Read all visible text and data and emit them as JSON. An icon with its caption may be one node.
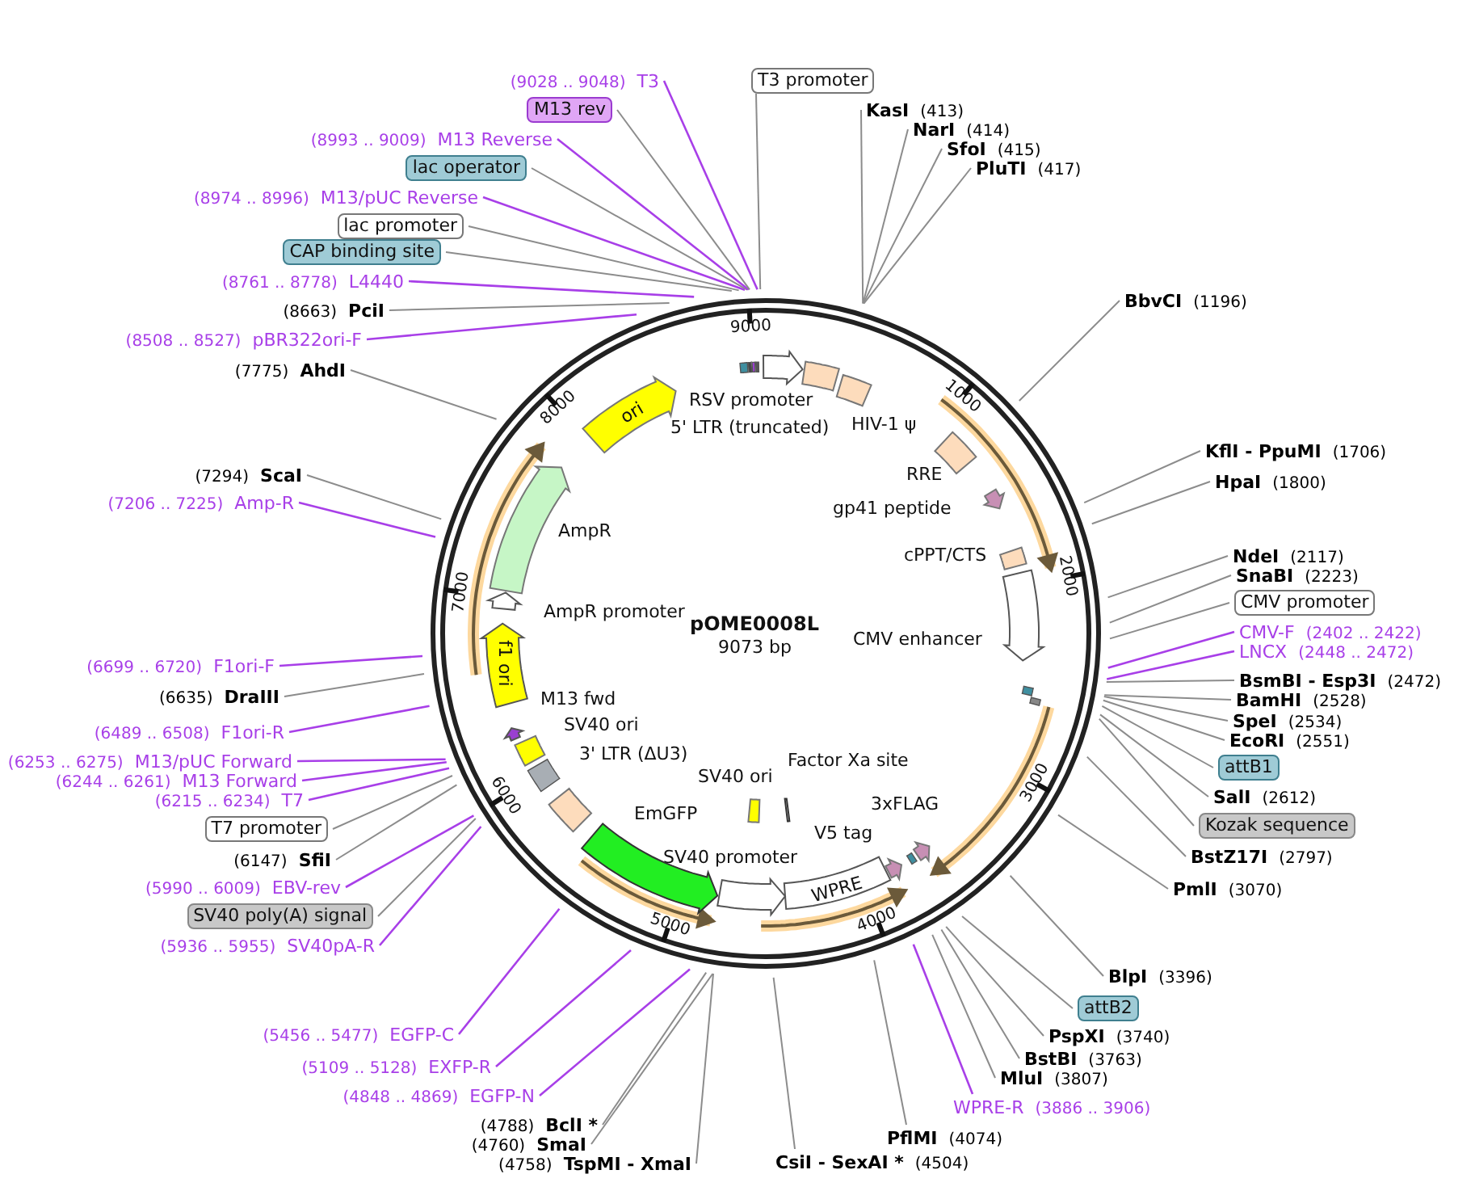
{
  "diagram": {
    "title": "pOME0008L",
    "nodes": [
      {
        "text": [
          "T3 promoter"
        ]
      },
      {
        "text": [
          "KasI",
          "(413)"
        ]
      },
      {
        "text": [
          "NarI",
          "(414)"
        ]
      },
      {
        "text": [
          "SfoI",
          "(415)"
        ]
      },
      {
        "text": [
          "PluTI",
          "(417)"
        ]
      },
      {
        "text": [
          "BbvCI",
          "(1196)"
        ]
      },
      {
        "text": [
          "KflI - PpuMI",
          "(1706)"
        ]
      },
      {
        "text": [
          "HpaI",
          "(1800)"
        ]
      },
      {
        "text": [
          "NdeI",
          "(2117)"
        ]
      },
      {
        "text": [
          "SnaBI",
          "(2223)"
        ]
      },
      {
        "text": [
          "CMV promoter"
        ]
      },
      {
        "text": [
          "CMV-F",
          "(2402 .. 2422)"
        ]
      },
      {
        "text": [
          "LNCX",
          "(2448 .. 2472)"
        ]
      },
      {
        "text": [
          "BsmBI - Esp3I",
          "(2472)"
        ]
      },
      {
        "text": [
          "BamHI",
          "(2528)"
        ]
      },
      {
        "text": [
          "SpeI",
          "(2534)"
        ]
      },
      {
        "text": [
          "EcoRI",
          "(2551)"
        ]
      },
      {
        "text": [
          "attB1"
        ]
      },
      {
        "text": [
          "SalI",
          "(2612)"
        ]
      },
      {
        "text": [
          "Kozak sequence"
        ]
      },
      {
        "text": [
          "BstZ17I",
          "(2797)"
        ]
      },
      {
        "text": [
          "PmlI",
          "(3070)"
        ]
      },
      {
        "text": [
          "BlpI",
          "(3396)"
        ]
      },
      {
        "text": [
          "attB2"
        ]
      },
      {
        "text": [
          "PspXI",
          "(3740)"
        ]
      },
      {
        "text": [
          "BstBI",
          "(3763)"
        ]
      },
      {
        "text": [
          "MluI",
          "(3807)"
        ]
      },
      {
        "text": [
          "WPRE-R",
          "(3886 .. 3906)"
        ]
      },
      {
        "text": [
          "PflMI",
          "(4074)"
        ]
      },
      {
        "text": [
          "CsiI - SexAI *",
          "(4504)"
        ]
      },
      {
        "text": [
          "(4758)",
          "TspMI - XmaI"
        ]
      },
      {
        "text": [
          "(4760)",
          "SmaI"
        ]
      },
      {
        "text": [
          "(4788)",
          "BclI *"
        ]
      },
      {
        "text": [
          "(4848 .. 4869)",
          "EGFP-N"
        ]
      },
      {
        "text": [
          "(5109 .. 5128)",
          "EXFP-R"
        ]
      },
      {
        "text": [
          "(5456 .. 5477)",
          "EGFP-C"
        ]
      },
      {
        "text": [
          "(5936 .. 5955)",
          "SV40pA-R"
        ]
      },
      {
        "text": [
          "SV40 poly(A) signal"
        ]
      },
      {
        "text": [
          "(5990 .. 6009)",
          "EBV-rev"
        ]
      },
      {
        "text": [
          "(6147)",
          "SfiI"
        ]
      },
      {
        "text": [
          "T7 promoter"
        ]
      },
      {
        "text": [
          "(6215 .. 6234)",
          "T7"
        ]
      },
      {
        "text": [
          "(6244 .. 6261)",
          "M13 Forward"
        ]
      },
      {
        "text": [
          "(6253 .. 6275)",
          "M13/pUC Forward"
        ]
      },
      {
        "text": [
          "(6489 .. 6508)",
          "F1ori-R"
        ]
      },
      {
        "text": [
          "(6635)",
          "DraIII"
        ]
      },
      {
        "text": [
          "(6699 .. 6720)",
          "F1ori-F"
        ]
      },
      {
        "text": [
          "(7206 .. 7225)",
          "Amp-R"
        ]
      },
      {
        "text": [
          "(7294)",
          "ScaI"
        ]
      },
      {
        "text": [
          "(7775)",
          "AhdI"
        ]
      },
      {
        "text": [
          "(8508 .. 8527)",
          "pBR322ori-F"
        ]
      },
      {
        "text": [
          "(8663)",
          "PciI"
        ]
      },
      {
        "text": [
          "(8761 .. 8778)",
          "L4440"
        ]
      },
      {
        "text": [
          "CAP binding site"
        ]
      },
      {
        "text": [
          "lac promoter"
        ]
      },
      {
        "text": [
          "(8974 .. 8996)",
          "M13/pUC Reverse"
        ]
      },
      {
        "text": [
          "lac operator"
        ]
      },
      {
        "text": [
          "(8993 .. 9009)",
          "M13 Reverse"
        ]
      },
      {
        "text": [
          "M13 rev"
        ]
      },
      {
        "text": [
          "(9028 .. 9048)",
          "T3"
        ]
      },
      {
        "text": [],
        "shape": "arrow",
        "beside": [
          "RSV promoter"
        ]
      },
      {
        "text": [],
        "shape": "box"
      },
      {
        "text": [],
        "shape": "box",
        "beside": [
          "HIV-1 ψ"
        ]
      },
      {
        "text": [],
        "shape": "box",
        "beside": [
          "RRE"
        ]
      },
      {
        "text": [],
        "shape": "arrow",
        "beside": [
          "gp41 peptide"
        ]
      },
      {
        "text": [],
        "shape": "box",
        "beside": [
          "cPPT/CTS"
        ]
      },
      {
        "text": [],
        "shape": "arrow",
        "beside": [
          "CMV enhancer"
        ]
      },
      {
        "text": [],
        "shape": "arrow",
        "beside": [
          "3xFLAG"
        ]
      },
      {
        "text": [],
        "shape": "arrow",
        "beside": [
          "V5 tag"
        ]
      },
      {
        "text": [
          "WPRE"
        ]
      },
      {
        "text": [],
        "shape": "arrow"
      },
      {
        "text": [],
        "shape": "arrow",
        "beside": [
          "EmGFP"
        ]
      },
      {
        "text": [],
        "shape": "box",
        "beside": [
          "3' LTR (ΔU3)"
        ]
      },
      {
        "text": [],
        "shape": "box",
        "beside": [
          "SV40 ori"
        ]
      },
      {
        "text": [],
        "shape": "arrow"
      },
      {
        "text": [
          "f1 ori"
        ]
      },
      {
        "text": [],
        "shape": "arrow"
      },
      {
        "text": [],
        "shape": "arrow",
        "beside": [
          "AmpR"
        ]
      },
      {
        "text": [
          "ori"
        ]
      },
      {
        "text": [],
        "shape": "box",
        "beside": [
          "SV40 ori"
        ]
      },
      {
        "text": [],
        "shape": "box",
        "beside": [
          "Factor Xa site"
        ]
      }
    ],
    "edges": [
      {
        "from": 0,
        "to": null,
        "arrow": "none"
      },
      {
        "from": 1,
        "to": null,
        "arrow": "none"
      },
      {
        "from": 2,
        "to": null,
        "arrow": "none"
      },
      {
        "from": 3,
        "to": null,
        "arrow": "none"
      },
      {
        "from": 4,
        "to": null,
        "arrow": "none"
      },
      {
        "from": 5,
        "to": null,
        "arrow": "none"
      },
      {
        "from": 6,
        "to": null,
        "arrow": "none"
      },
      {
        "from": 7,
        "to": null,
        "arrow": "none"
      },
      {
        "from": 8,
        "to": null,
        "arrow": "none"
      },
      {
        "from": 9,
        "to": null,
        "arrow": "none"
      },
      {
        "from": 10,
        "to": null,
        "arrow": "none"
      },
      {
        "from": 11,
        "to": null,
        "arrow": "none",
        "color": "#a83fe8"
      },
      {
        "from": 12,
        "to": null,
        "arrow": "none",
        "color": "#a83fe8"
      },
      {
        "from": 13,
        "to": null,
        "arrow": "none"
      },
      {
        "from": 14,
        "to": null,
        "arrow": "none"
      },
      {
        "from": 15,
        "to": null,
        "arrow": "none"
      },
      {
        "from": 16,
        "to": null,
        "arrow": "none"
      },
      {
        "from": 17,
        "to": null,
        "arrow": "none"
      },
      {
        "from": 18,
        "to": null,
        "arrow": "none"
      },
      {
        "from": 19,
        "to": null,
        "arrow": "none"
      },
      {
        "from": 20,
        "to": null,
        "arrow": "none"
      },
      {
        "from": 21,
        "to": null,
        "arrow": "none"
      },
      {
        "from": 22,
        "to": null,
        "arrow": "none"
      },
      {
        "from": 23,
        "to": null,
        "arrow": "none"
      },
      {
        "from": 24,
        "to": null,
        "arrow": "none"
      },
      {
        "from": 25,
        "to": null,
        "arrow": "none"
      },
      {
        "from": 26,
        "to": null,
        "arrow": "none"
      },
      {
        "from": 27,
        "to": null,
        "arrow": "none",
        "color": "#a83fe8"
      },
      {
        "from": 28,
        "to": null,
        "arrow": "none"
      },
      {
        "from": 29,
        "to": null,
        "arrow": "none"
      },
      {
        "from": 30,
        "to": null,
        "arrow": "none"
      },
      {
        "from": 31,
        "to": null,
        "arrow": "none"
      },
      {
        "from": 32,
        "to": null,
        "arrow": "none"
      },
      {
        "from": 33,
        "to": null,
        "arrow": "none",
        "color": "#a83fe8"
      },
      {
        "from": 34,
        "to": null,
        "arrow": "none",
        "color": "#a83fe8"
      },
      {
        "from": 35,
        "to": null,
        "arrow": "none",
        "color": "#a83fe8"
      },
      {
        "from": 36,
        "to": null,
        "arrow": "none",
        "color": "#a83fe8"
      },
      {
        "from": 37,
        "to": null,
        "arrow": "none"
      },
      {
        "from": 38,
        "to": null,
        "arrow": "none",
        "color": "#a83fe8"
      },
      {
        "from": 39,
        "to": null,
        "arrow": "none"
      },
      {
        "from": 40,
        "to": null,
        "arrow": "none"
      },
      {
        "from": 41,
        "to": null,
        "arrow": "none",
        "color": "#a83fe8"
      },
      {
        "from": 42,
        "to": null,
        "arrow": "none",
        "color": "#a83fe8"
      },
      {
        "from": 43,
        "to": null,
        "arrow": "none",
        "color": "#a83fe8"
      },
      {
        "from": 44,
        "to": null,
        "arrow": "none",
        "color": "#a83fe8"
      },
      {
        "from": 45,
        "to": null,
        "arrow": "none"
      },
      {
        "from": 46,
        "to": null,
        "arrow": "none",
        "color": "#a83fe8"
      },
      {
        "from": 47,
        "to": null,
        "arrow": "none",
        "color": "#a83fe8"
      },
      {
        "from": 48,
        "to": null,
        "arrow": "none"
      },
      {
        "from": 49,
        "to": null,
        "arrow": "none"
      },
      {
        "from": 50,
        "to": null,
        "arrow": "none",
        "color": "#a83fe8"
      },
      {
        "from": 51,
        "to": null,
        "arrow": "none"
      },
      {
        "from": 52,
        "to": null,
        "arrow": "none",
        "color": "#a83fe8"
      },
      {
        "from": 53,
        "to": null,
        "arrow": "none"
      },
      {
        "from": 54,
        "to": null,
        "arrow": "none"
      },
      {
        "from": 55,
        "to": null,
        "arrow": "none",
        "color": "#a83fe8"
      },
      {
        "from": 56,
        "to": null,
        "arrow": "none"
      },
      {
        "from": 57,
        "to": null,
        "arrow": "none",
        "color": "#a83fe8"
      },
      {
        "from": 58,
        "to": null,
        "arrow": "none"
      },
      {
        "from": 59,
        "to": null,
        "arrow": "none",
        "color": "#a83fe8"
      }
    ],
    "labels": [
      "9073 bp",
      "1000",
      "2000",
      "3000",
      "4000",
      "5000",
      "6000",
      "7000",
      "8000",
      "9000",
      "5' LTR (truncated)",
      "SV40 promoter",
      "M13 fwd",
      "AmpR promoter"
    ]
  }
}
